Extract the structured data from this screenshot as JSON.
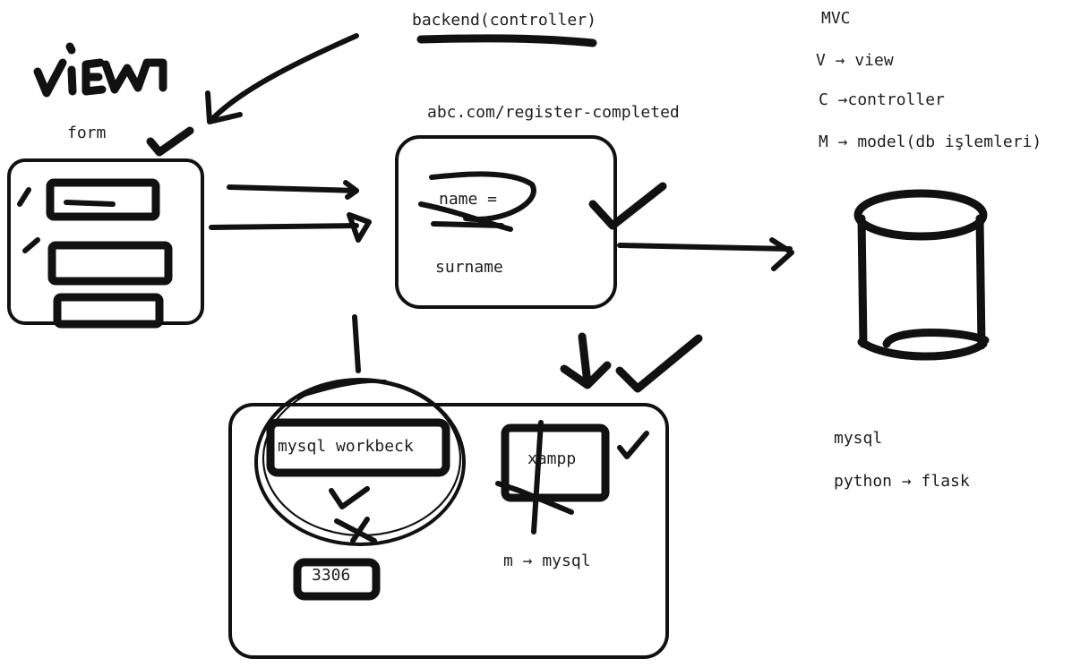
{
  "labels": {
    "view_scrawl": "view",
    "form": "form",
    "backend": "backend(controller)",
    "url": "abc.com/register-completed",
    "name_field": "name =",
    "surname_field": "surname",
    "mvc_title": "MVC",
    "mvc_v": "V → view",
    "mvc_c": "C →controller",
    "mvc_m": "M → model(db işlemleri)",
    "mysql_workbench": "mysql workbeck",
    "port": "3306",
    "xampp": "xampp",
    "m_mysql": "m → mysql",
    "db_mysql": "mysql",
    "python_flask": "python → flask"
  },
  "colors": {
    "ink": "#111111",
    "text": "#1e1e1e",
    "background": "#ffffff"
  }
}
